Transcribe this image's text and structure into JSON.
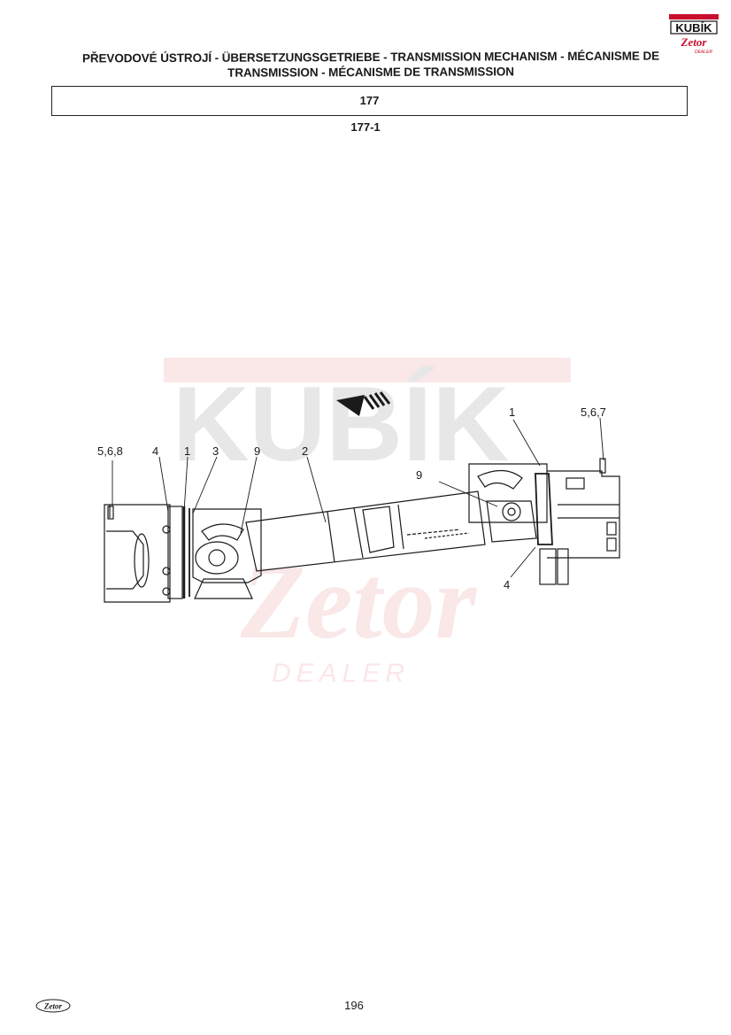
{
  "header": {
    "brand_logo": "KUBÍK",
    "brand_sublogo": "Zetor",
    "brand_dealer": "DEALER",
    "title_line1": "PŘEVODOVÉ ÚSTROJÍ - ÜBERSETZUNGSGETRIEBE - TRANSMISSION MECHANISM - MÉCANISME DE",
    "title_line2": "TRANSMISSION - MÉCANISME DE TRANSMISSION"
  },
  "section": {
    "number": "177"
  },
  "figure": {
    "ref": "177-1",
    "callouts": {
      "c568": "5,6,8",
      "c4a": "4",
      "c1a": "1",
      "c3": "3",
      "c9a": "9",
      "c2": "2",
      "c9b": "9",
      "c1b": "1",
      "c567": "5,6,7",
      "c4b": "4"
    }
  },
  "watermark": {
    "brand": "KUBÍK",
    "sub": "Zetor",
    "dealer": "DEALER"
  },
  "footer": {
    "logo": "Zetor",
    "page_number": "196"
  }
}
